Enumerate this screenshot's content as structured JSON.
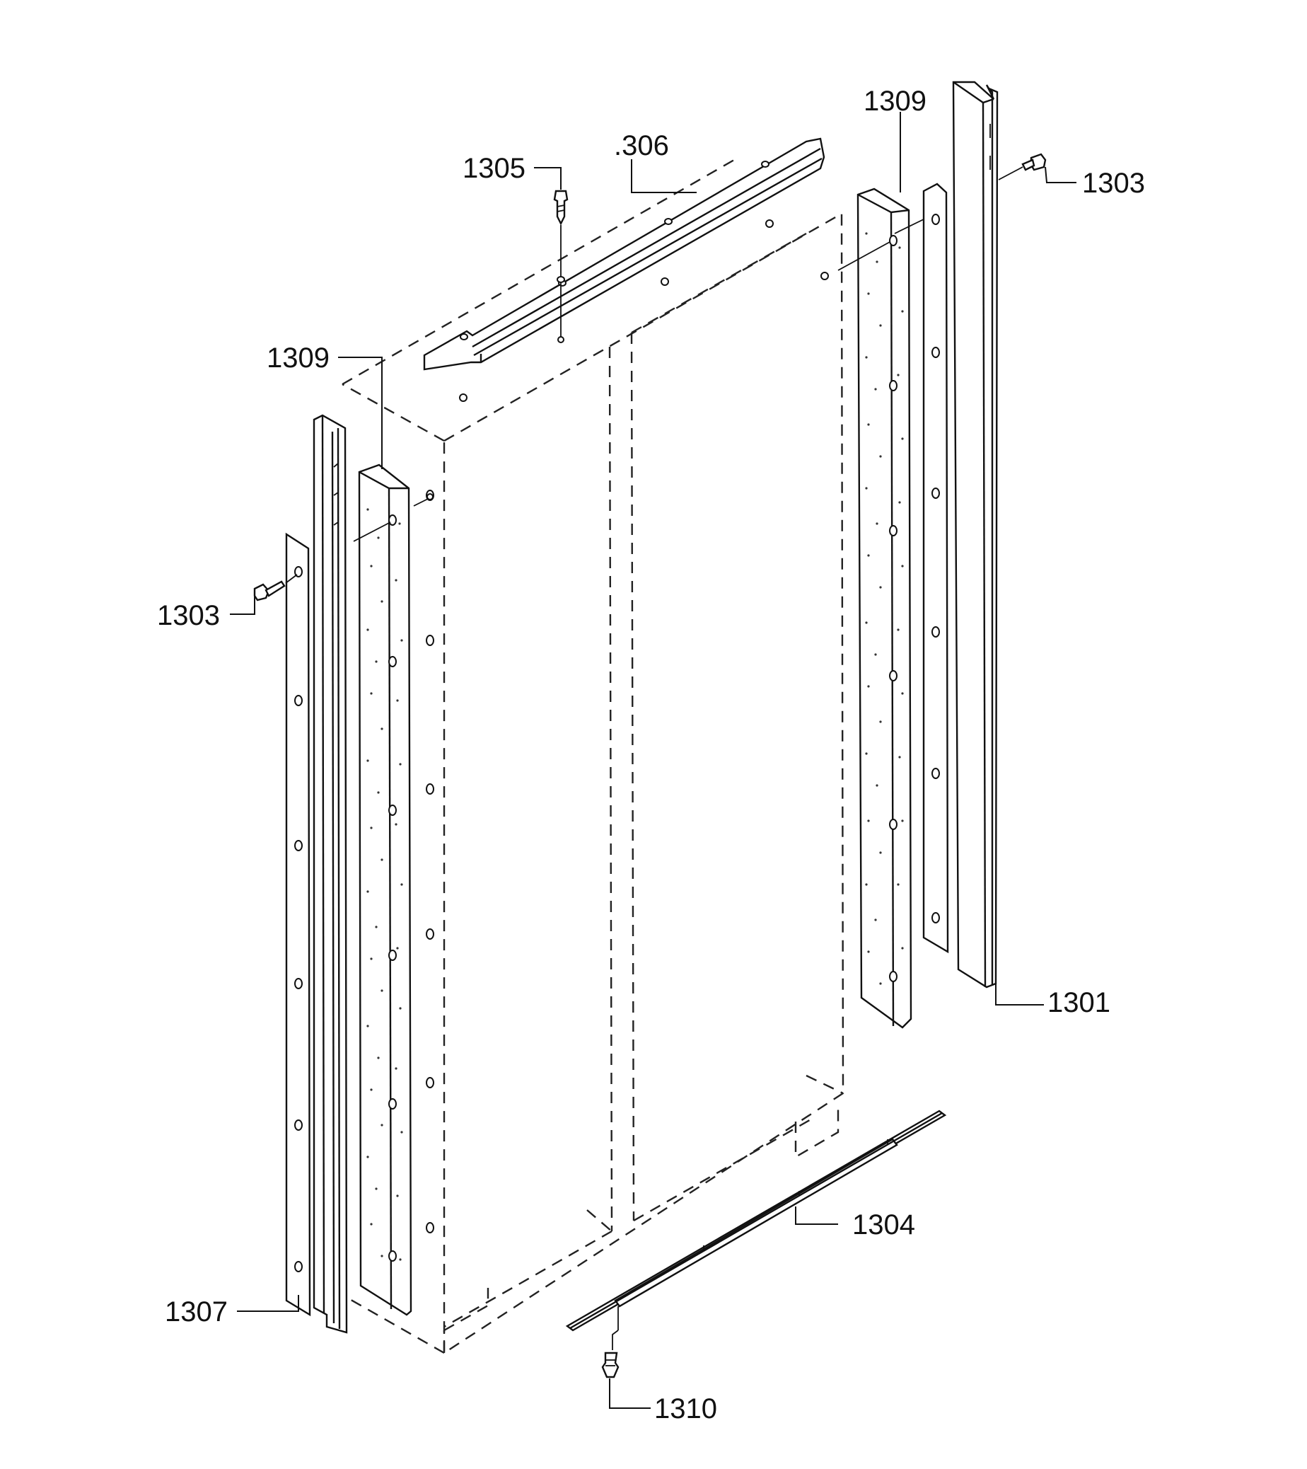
{
  "callouts": {
    "c1305": "1305",
    "c1306": ".306",
    "c1309_right": "1309",
    "c1303_right": "1303",
    "c1309_left": "1309",
    "c1303_left": "1303",
    "c1301": "1301",
    "c1304": "1304",
    "c1307": "1307",
    "c1310": "1310"
  },
  "colors": {
    "line": "#111111",
    "background": "#ffffff"
  }
}
